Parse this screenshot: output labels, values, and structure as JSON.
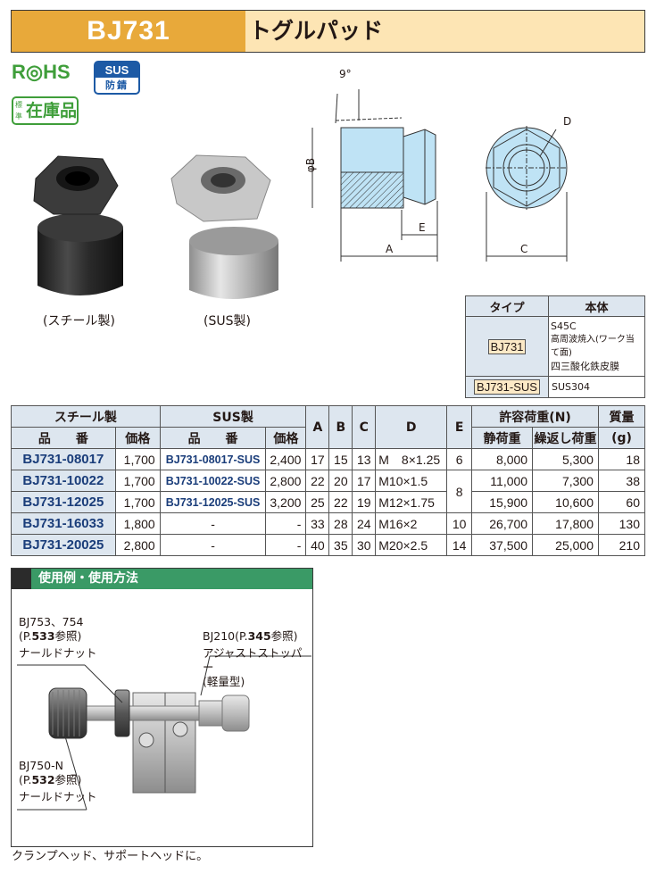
{
  "header": {
    "code": "BJ731",
    "title": "トグルパッド"
  },
  "badges": {
    "rohs": "R◎HS",
    "sus_top": "SUS",
    "sus_bottom": "防錆",
    "stock_small": "標準",
    "stock_big": "在庫品"
  },
  "photos": {
    "steel_caption": "(スチール製)",
    "sus_caption": "(SUS製)"
  },
  "drawing": {
    "angle": "9°",
    "dia_b": "φB",
    "dim_a": "A",
    "dim_c": "C",
    "dim_d": "D",
    "dim_e": "E"
  },
  "type_table": {
    "headers": [
      "タイプ",
      "本体"
    ],
    "rows": [
      {
        "type": "BJ731",
        "body": [
          "S45C",
          "高周波焼入(ワーク当て面)",
          "四三酸化鉄皮膜"
        ]
      },
      {
        "type": "BJ731-SUS",
        "body": [
          "SUS304"
        ]
      }
    ]
  },
  "spec_table": {
    "group_headers": {
      "steel": "スチール製",
      "sus": "SUS製",
      "a": "A",
      "b": "B",
      "c": "C",
      "d": "D",
      "e": "E",
      "load": "許容荷重(N)",
      "mass": "質量"
    },
    "sub_headers": {
      "part_no": "品　　番",
      "price": "価格",
      "static": "静荷重",
      "repeat": "繰返し荷重",
      "mass_unit": "(g)"
    },
    "rows": [
      {
        "steel_no": "BJ731-08017",
        "steel_price": "1,700",
        "sus_no": "BJ731-08017-SUS",
        "sus_price": "2,400",
        "a": "17",
        "b": "15",
        "c": "13",
        "d": "M　8×1.25",
        "e": "6",
        "static": "8,000",
        "repeat": "5,300",
        "mass": "18"
      },
      {
        "steel_no": "BJ731-10022",
        "steel_price": "1,700",
        "sus_no": "BJ731-10022-SUS",
        "sus_price": "2,800",
        "a": "22",
        "b": "20",
        "c": "17",
        "d": "M10×1.5",
        "e": "8",
        "static": "11,000",
        "repeat": "7,300",
        "mass": "38"
      },
      {
        "steel_no": "BJ731-12025",
        "steel_price": "1,700",
        "sus_no": "BJ731-12025-SUS",
        "sus_price": "3,200",
        "a": "25",
        "b": "22",
        "c": "19",
        "d": "M12×1.75",
        "e": "",
        "static": "15,900",
        "repeat": "10,600",
        "mass": "60"
      },
      {
        "steel_no": "BJ731-16033",
        "steel_price": "1,800",
        "sus_no": "-",
        "sus_price": "-",
        "a": "33",
        "b": "28",
        "c": "24",
        "d": "M16×2",
        "e": "10",
        "static": "26,700",
        "repeat": "17,800",
        "mass": "130"
      },
      {
        "steel_no": "BJ731-20025",
        "steel_price": "2,800",
        "sus_no": "-",
        "sus_price": "-",
        "a": "40",
        "b": "35",
        "c": "30",
        "d": "M20×2.5",
        "e": "14",
        "static": "37,500",
        "repeat": "25,000",
        "mass": "210"
      }
    ]
  },
  "usage": {
    "heading": "使用例・使用方法",
    "label1_line1": "BJ753、754",
    "label1_pre": "(P.",
    "label1_page": "533",
    "label1_post": "参照)",
    "label1_line3": "ナールドナット",
    "label2_pre": "BJ210(P.",
    "label2_page": "345",
    "label2_post": "参照)",
    "label2_line2": "アジャストストッパー",
    "label2_line3": "(軽量型)",
    "label3_line1": "BJ750-N",
    "label3_pre": "(P.",
    "label3_page": "532",
    "label3_post": "参照)",
    "label3_line3": "ナールドナット"
  },
  "footnote": "クランプヘッド、サポートヘッドに。"
}
